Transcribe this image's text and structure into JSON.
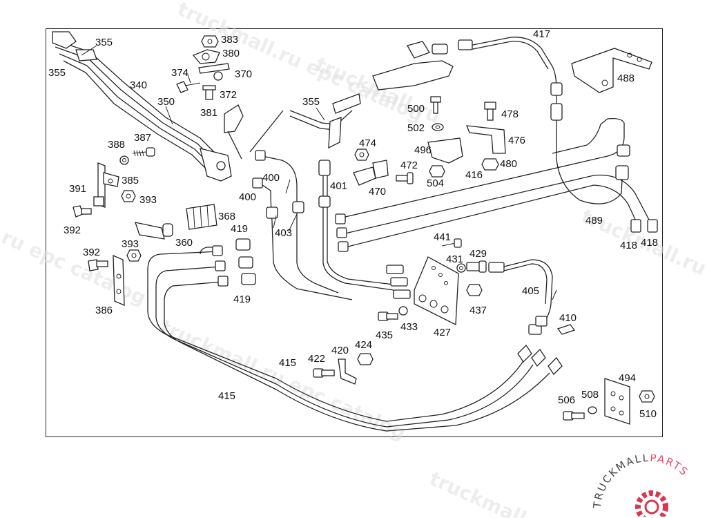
{
  "watermark": {
    "texts": [
      "truckmall.ru epc catalog",
      "truckmall.ru",
      "ru epc catalog",
      "truckmall.ru epc catalog",
      "truckmall.ru",
      "truckmall.ru e"
    ]
  },
  "logo": {
    "brand_dark": "TRUCKMALL",
    "brand_accent": "PARTS",
    "accent_color": "#e8456a",
    "gear_color": "#d9364f"
  },
  "callouts": [
    "355",
    "355",
    "340",
    "350",
    "383",
    "380",
    "374",
    "370",
    "372",
    "381",
    "388",
    "387",
    "391",
    "385",
    "393",
    "392",
    "368",
    "360",
    "392",
    "393",
    "386",
    "355",
    "474",
    "472",
    "470",
    "401",
    "400",
    "400",
    "403",
    "419",
    "419",
    "500",
    "502",
    "496",
    "504",
    "478",
    "476",
    "480",
    "416",
    "417",
    "488",
    "489",
    "418",
    "418",
    "441",
    "431",
    "429",
    "437",
    "405",
    "410",
    "435",
    "433",
    "427",
    "422",
    "420",
    "424",
    "415",
    "415",
    "506",
    "508",
    "494",
    "510"
  ]
}
